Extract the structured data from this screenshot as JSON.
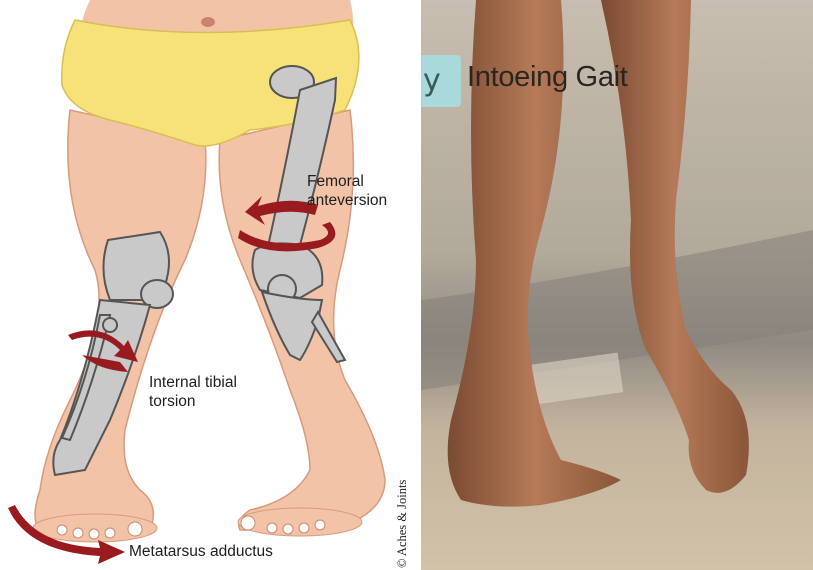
{
  "left": {
    "labels": {
      "femoral": "Femoral\nanteversion",
      "tibial": "Internal tibial\ntorsion",
      "metatarsus": "Metatarsus adductus"
    },
    "copyright": "© Aches & Joints"
  },
  "right": {
    "title": "Intoeing Gait",
    "badge_glyph": "y"
  },
  "colors": {
    "skin": "#f3c3a7",
    "skin_shadow": "#e3a78a",
    "diaper": "#f7e27a",
    "bone": "#c9c9c9",
    "arrow": "#9a1b1f",
    "sand": "#b9ad9c",
    "badge": "#a9d9da"
  }
}
